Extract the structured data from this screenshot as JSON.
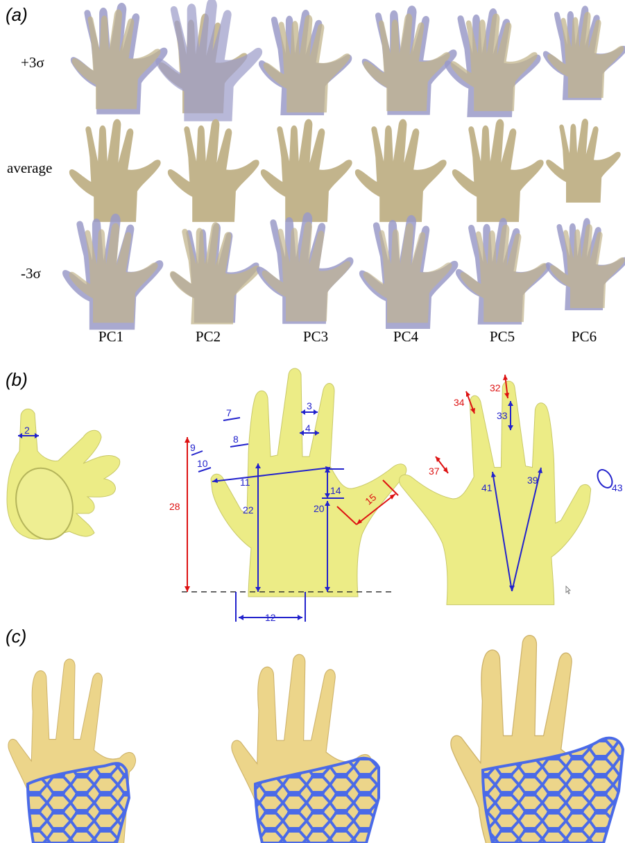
{
  "panels": {
    "a": "(a)",
    "b": "(b)",
    "c": "(c)"
  },
  "rows": {
    "plus": "+3σ",
    "average": "average",
    "minus": "-3σ"
  },
  "pcs": [
    "PC1",
    "PC2",
    "PC3",
    "PC4",
    "PC5",
    "PC6"
  ],
  "measures": {
    "m2": "2",
    "m3": "3",
    "m4": "4",
    "m7": "7",
    "m8": "8",
    "m9": "9",
    "m10": "10",
    "m11": "11",
    "m12": "12",
    "m14": "14",
    "m15": "15",
    "m20": "20",
    "m22": "22",
    "m28": "28",
    "m32": "32",
    "m33": "33",
    "m34": "34",
    "m37": "37",
    "m39": "39",
    "m41": "41",
    "m43": "43"
  },
  "colors": {
    "hand_tan": "#c2b48c",
    "overlay_purple": "#9a9ac8",
    "hand_yellow": "#ecec86",
    "hand_gold": "#ecd58a",
    "lattice_blue": "#4a6ae8",
    "measure_blue": "#2222cc",
    "measure_red": "#dd1111"
  }
}
